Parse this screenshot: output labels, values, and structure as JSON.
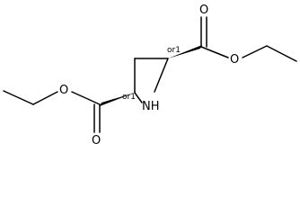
{
  "molecule": {
    "atoms": {
      "O_upper_carbonyl": "O",
      "O_upper_ester": "O",
      "O_lower_ester": "O",
      "O_lower_carbonyl": "O",
      "N_ring": "NH"
    },
    "stereo_labels": {
      "upper_center": "or1",
      "lower_center": "or1"
    }
  }
}
